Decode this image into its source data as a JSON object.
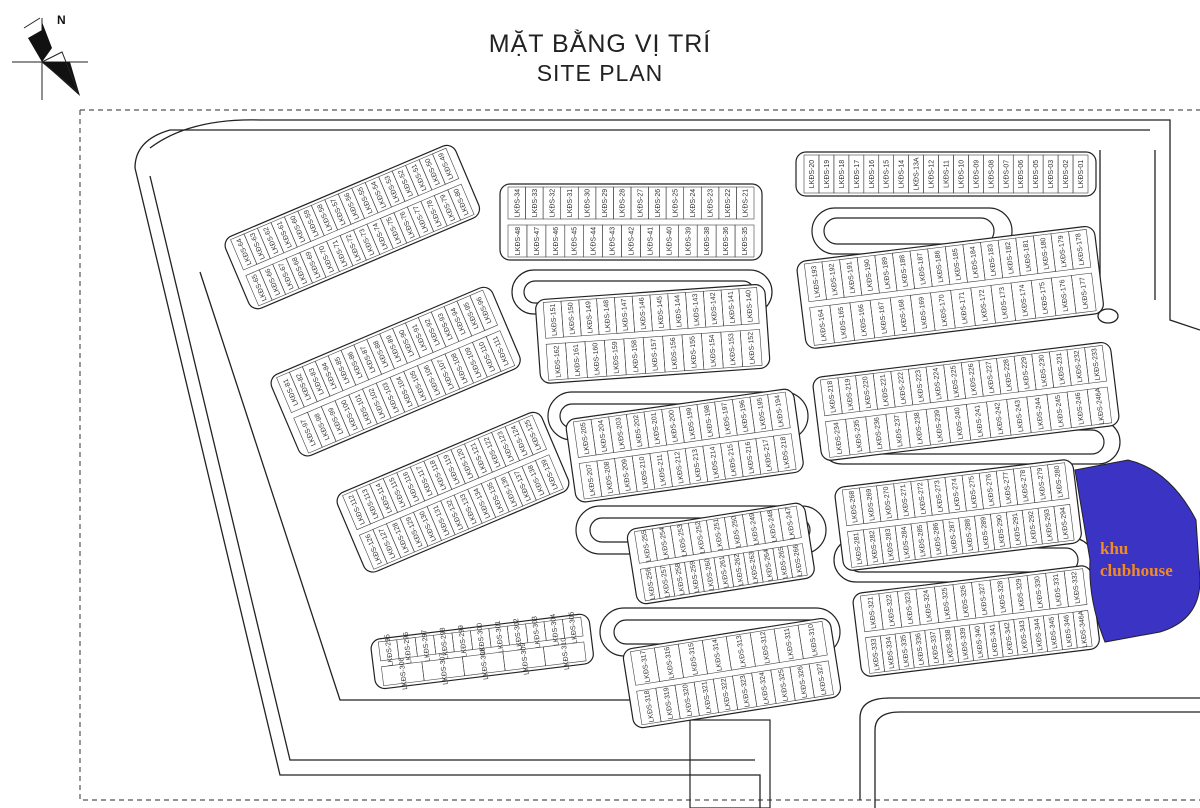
{
  "title": {
    "line1": "MẶT BẰNG VỊ TRÍ",
    "line2": "SITE PLAN"
  },
  "compass": {
    "north_label": "N",
    "icon": "north-arrow-icon"
  },
  "clubhouse": {
    "line1": "khu",
    "line2": "clubhouse",
    "fill_color": "#3a33c4",
    "text_color": "#f08a24"
  },
  "lot_prefix": "LKĐS-",
  "colors": {
    "line": "#222222",
    "road_fill": "#ffffff",
    "block_fill": "#ffffff",
    "lot_text": "#333333"
  },
  "blocks": [
    {
      "id": "top-right",
      "top": [
        "20",
        "19",
        "18",
        "17",
        "16",
        "15",
        "14",
        "13A",
        "12",
        "11",
        "10",
        "09",
        "08",
        "07",
        "06",
        "05",
        "03",
        "02",
        "01"
      ],
      "bottom": []
    },
    {
      "id": "top-mid",
      "top": [
        "34",
        "33",
        "32",
        "31",
        "30",
        "29",
        "28",
        "27",
        "26",
        "25",
        "24",
        "23",
        "22",
        "21"
      ],
      "bottom": [
        "48",
        "47",
        "46",
        "45",
        "44",
        "43",
        "42",
        "41",
        "40",
        "39",
        "38",
        "36",
        "35"
      ]
    },
    {
      "id": "upper-left",
      "top": [
        "64",
        "63",
        "62",
        "61",
        "60",
        "59",
        "58",
        "57",
        "56",
        "55",
        "54",
        "53",
        "52",
        "51",
        "50",
        "49"
      ],
      "bottom": [
        "65",
        "66",
        "67",
        "68",
        "69",
        "70",
        "71",
        "72",
        "73",
        "74",
        "75",
        "76",
        "77",
        "78",
        "79",
        "80"
      ]
    },
    {
      "id": "mid-center",
      "top": [
        "151",
        "150",
        "149",
        "148",
        "147",
        "146",
        "145",
        "144",
        "143",
        "142",
        "141",
        "140"
      ],
      "bottom": [
        "162",
        "161",
        "160",
        "159",
        "158",
        "157",
        "156",
        "155",
        "154",
        "153",
        "152"
      ]
    },
    {
      "id": "right-1",
      "top": [
        "193",
        "192",
        "191",
        "190",
        "189",
        "188",
        "187",
        "186",
        "185",
        "184",
        "183",
        "182",
        "181",
        "180",
        "179",
        "178"
      ],
      "bottom": [
        "164",
        "165",
        "166",
        "167",
        "168",
        "169",
        "170",
        "171",
        "172",
        "173",
        "174",
        "175",
        "176",
        "177"
      ]
    },
    {
      "id": "left-2",
      "top": [
        "81",
        "82",
        "83",
        "84",
        "85",
        "86",
        "87",
        "88",
        "89",
        "90",
        "91",
        "92",
        "93",
        "94",
        "95",
        "96"
      ],
      "bottom": [
        "97",
        "98",
        "99",
        "100",
        "101",
        "102",
        "103",
        "104",
        "105",
        "106",
        "107",
        "108",
        "109",
        "110",
        "111"
      ]
    },
    {
      "id": "center-2",
      "top": [
        "205",
        "204",
        "203",
        "202",
        "201",
        "200",
        "199",
        "198",
        "197",
        "196",
        "195",
        "194"
      ],
      "bottom": [
        "207",
        "208",
        "209",
        "210",
        "211",
        "212",
        "213",
        "214",
        "215",
        "216",
        "217",
        "218"
      ]
    },
    {
      "id": "right-2",
      "top": [
        "218",
        "219",
        "220",
        "221",
        "222",
        "223",
        "224",
        "225",
        "226",
        "227",
        "228",
        "229",
        "230",
        "231",
        "232",
        "233"
      ],
      "bottom": [
        "234",
        "235",
        "236",
        "237",
        "238",
        "239",
        "240",
        "241",
        "242",
        "243",
        "244",
        "245",
        "246",
        "246A"
      ]
    },
    {
      "id": "left-3",
      "top": [
        "112",
        "113",
        "114",
        "115",
        "116",
        "117",
        "118",
        "119",
        "120",
        "121",
        "122",
        "123",
        "124",
        "125"
      ],
      "bottom": [
        "126",
        "127",
        "128",
        "129",
        "130",
        "131",
        "132",
        "133",
        "134",
        "135",
        "136",
        "137",
        "138",
        "139"
      ]
    },
    {
      "id": "center-3",
      "top": [
        "255",
        "254",
        "253",
        "252",
        "251",
        "250",
        "249",
        "248",
        "247"
      ],
      "bottom": [
        "256",
        "257",
        "258",
        "259",
        "260",
        "261",
        "262",
        "263",
        "264",
        "265",
        "266"
      ]
    },
    {
      "id": "right-3",
      "top": [
        "268",
        "269",
        "270",
        "271",
        "272",
        "273",
        "274",
        "275",
        "276",
        "277",
        "278",
        "279",
        "280"
      ],
      "bottom": [
        "281",
        "282",
        "283",
        "284",
        "285",
        "286",
        "287",
        "288",
        "289",
        "290",
        "291",
        "292",
        "293",
        "294"
      ]
    },
    {
      "id": "bottom-left",
      "top": [
        "295",
        "296",
        "297",
        "298",
        "299",
        "300",
        "301",
        "302",
        "303",
        "304",
        "305"
      ],
      "bottom": [
        "306",
        "307",
        "308",
        "309",
        "310"
      ]
    },
    {
      "id": "bottom-center",
      "top": [
        "317",
        "316",
        "315",
        "314",
        "313",
        "312",
        "311",
        "310"
      ],
      "bottom": [
        "318",
        "319",
        "320",
        "321",
        "322",
        "323",
        "324",
        "325",
        "326",
        "327"
      ]
    },
    {
      "id": "bottom-right",
      "top": [
        "321",
        "322",
        "323",
        "324",
        "325",
        "326",
        "327",
        "328",
        "329",
        "330",
        "331",
        "332"
      ],
      "bottom": [
        "333",
        "334",
        "335",
        "336",
        "337",
        "338",
        "339",
        "340",
        "341",
        "342",
        "343",
        "344",
        "345",
        "346",
        "346A"
      ]
    }
  ]
}
